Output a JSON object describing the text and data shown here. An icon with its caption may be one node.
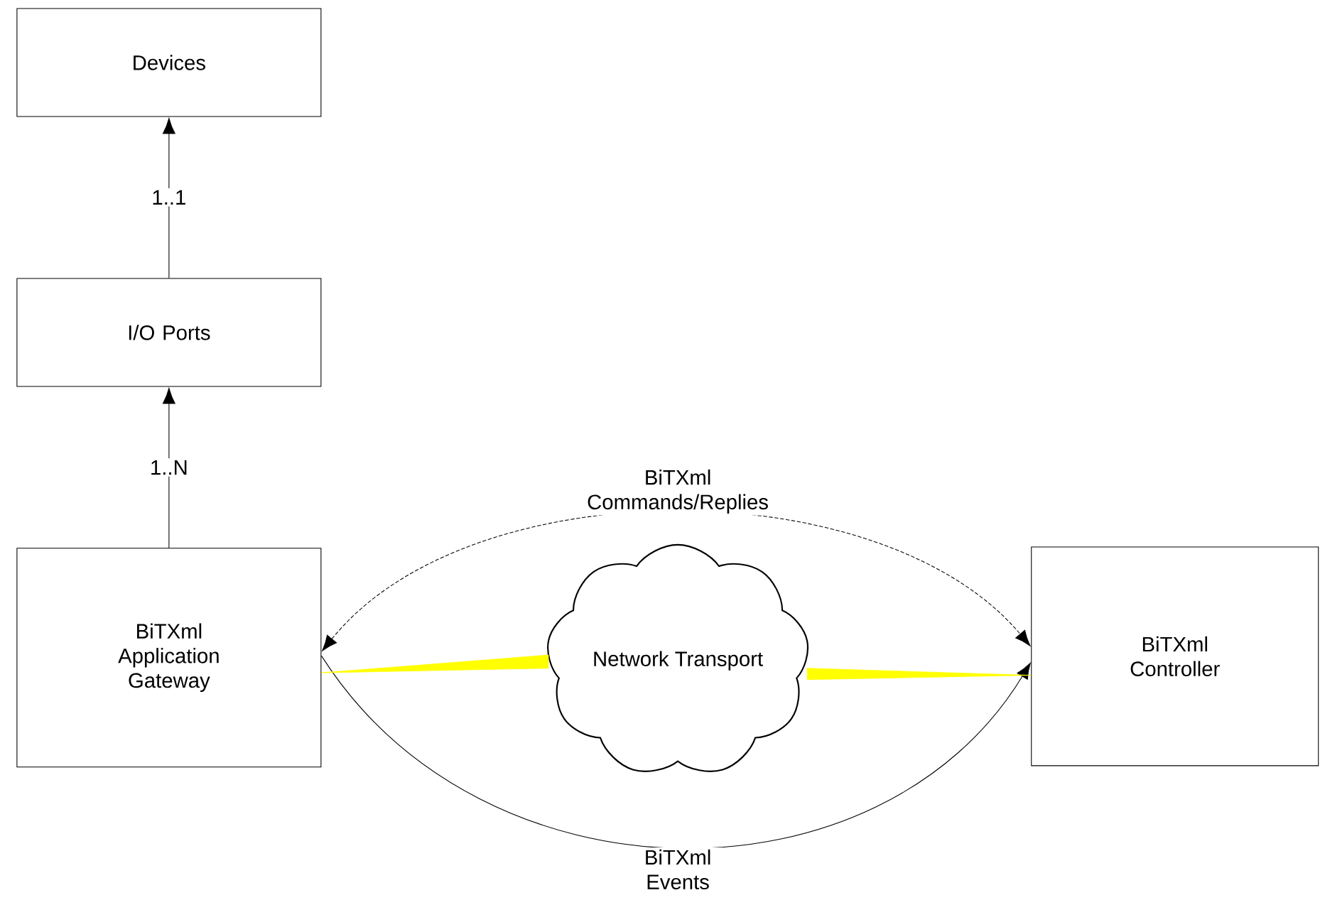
{
  "diagram": {
    "nodes": [
      {
        "text": [
          "Devices"
        ]
      },
      {
        "text": [
          "I/O Ports"
        ]
      },
      {
        "text": [
          "BiTXml Application Gateway"
        ]
      },
      {
        "text": [
          "Network Transport"
        ]
      },
      {
        "text": [
          "BiTXml Controller"
        ]
      }
    ],
    "edges": [
      {
        "from": 1,
        "to": 0,
        "arrow": "to",
        "label": "1..1"
      },
      {
        "from": 2,
        "to": 1,
        "arrow": "to",
        "label": "1..N"
      },
      {
        "from": 2,
        "to": 4,
        "arrow": "both",
        "style": "dashed",
        "label": "BiTXml Commands/Replies"
      },
      {
        "from": 2,
        "to": 4,
        "arrow": "to",
        "label": "BiTXml Events"
      },
      {
        "from": 2,
        "to": 3,
        "arrow": "none",
        "style": "thick",
        "color": "#ffff00"
      },
      {
        "from": 3,
        "to": 4,
        "arrow": "none",
        "style": "thick",
        "color": "#ffff00"
      }
    ]
  }
}
